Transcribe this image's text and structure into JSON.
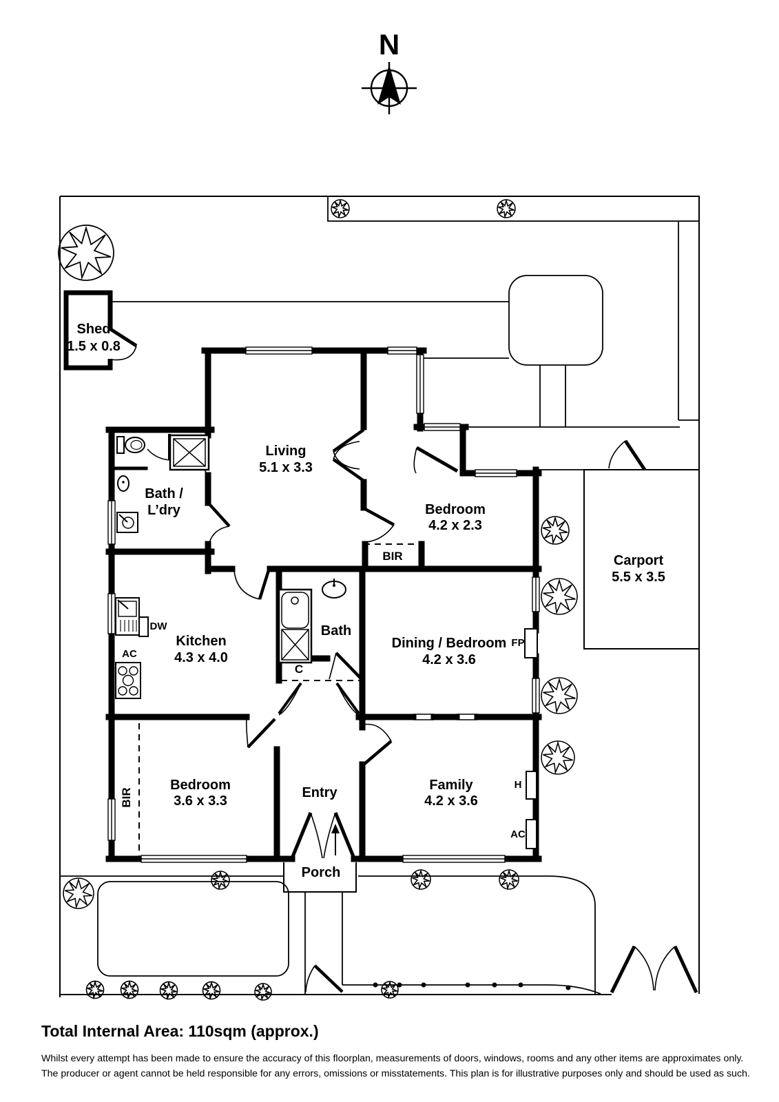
{
  "compass": {
    "north": "N"
  },
  "rooms": {
    "shed": {
      "name": "Shed",
      "dims": "1.5 x 0.8"
    },
    "living": {
      "name": "Living",
      "dims": "5.1 x 3.3"
    },
    "bath_laundry": {
      "line1": "Bath /",
      "line2": "L’dry"
    },
    "bedroom1": {
      "name": "Bedroom",
      "dims": "4.2 x 2.3"
    },
    "carport": {
      "name": "Carport",
      "dims": "5.5 x 3.5"
    },
    "kitchen": {
      "name": "Kitchen",
      "dims": "4.3 x 4.0"
    },
    "bath": {
      "name": "Bath"
    },
    "dining_bedroom": {
      "name": "Dining / Bedroom",
      "dims": "4.2 x 3.6"
    },
    "bedroom2": {
      "name": "Bedroom",
      "dims": "3.6 x 3.3"
    },
    "entry": {
      "name": "Entry"
    },
    "family": {
      "name": "Family",
      "dims": "4.2 x 3.6"
    },
    "porch": {
      "name": "Porch"
    }
  },
  "fixtures": {
    "bir_bedroom1": "BIR",
    "bir_bedroom2": "BIR",
    "dishwasher": "DW",
    "ac_kitchen": "AC",
    "cupboard": "C",
    "fireplace": "FP",
    "heater": "H",
    "ac_family": "AC"
  },
  "footer": {
    "total_area": "Total Internal Area: 110sqm (approx.)",
    "disclaimer_line1": "Whilst every attempt has been made to ensure the accuracy of this floorplan, measurements of doors, windows, rooms and any other items are approximates only.",
    "disclaimer_line2": "The producer or agent cannot be held responsible for any errors, omissions or misstatements. This plan is for illustrative purposes only and should be used as such."
  }
}
